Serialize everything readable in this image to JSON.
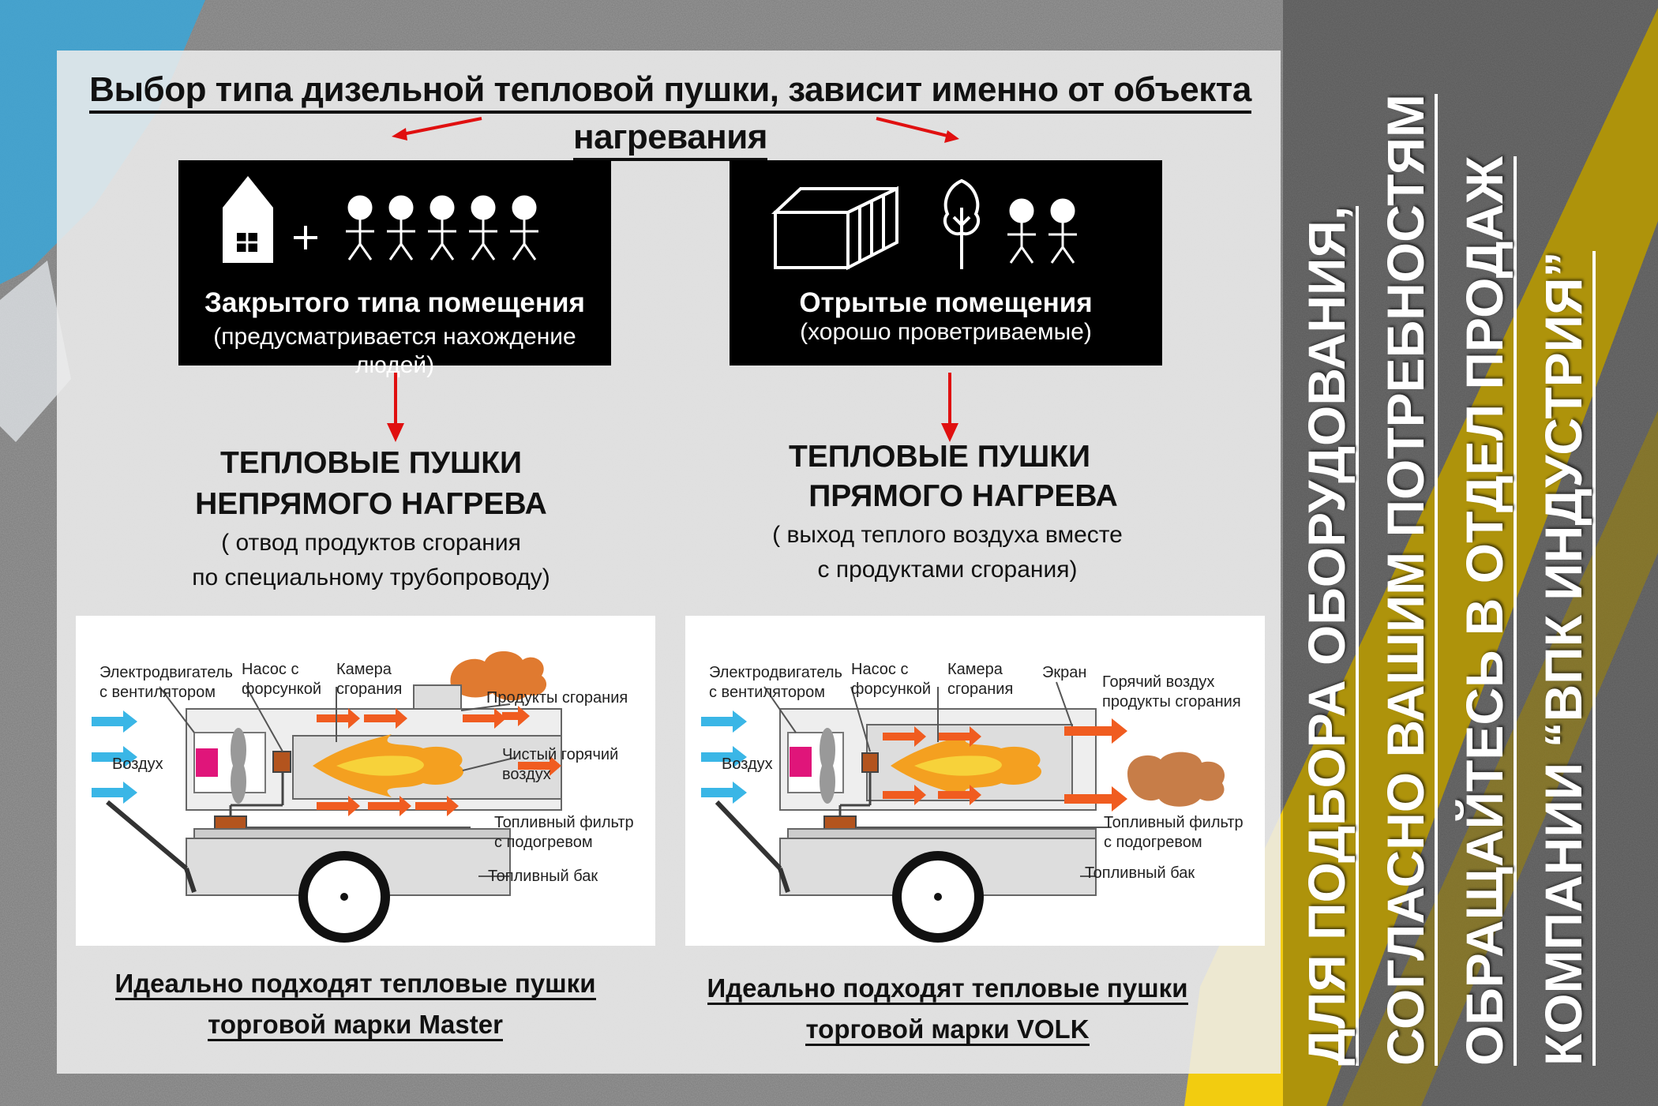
{
  "title": "Выбор типа дизельной тепловой пушки, зависит именно  от объекта нагревания",
  "left": {
    "box_title": "Закрытого типа помещения",
    "box_subtitle": "(предусматривается нахождение людей)",
    "heading_line1": "ТЕПЛОВЫЕ ПУШКИ",
    "heading_line2": "НЕПРЯМОГО НАГРЕВА",
    "note_line1": "( отвод продуктов сгорания",
    "note_line2": "по специальному трубопроводу)",
    "diagram": {
      "motor": [
        "Электродвигатель",
        "с вентилятором"
      ],
      "pump": [
        "Насос с",
        "форсункой"
      ],
      "chamber": [
        "Камера",
        "сгорания"
      ],
      "products": "Продукты сгорания",
      "air_in": "Воздух",
      "hot_air": [
        "Чистый горячий",
        "воздух"
      ],
      "filter": [
        "Топливный фильтр",
        "с подогревом"
      ],
      "tank": "Топливный бак"
    },
    "footer_line1": "Идеально подходят тепловые пушки",
    "footer_line2": "торговой марки Master"
  },
  "right": {
    "box_title": "Отрытые помещения",
    "box_subtitle": "(хорошо проветриваемые)",
    "heading_line1": "ТЕПЛОВЫЕ ПУШКИ",
    "heading_line2": "ПРЯМОГО НАГРЕВА",
    "note_line1": "( выход теплого воздуха вместе",
    "note_line2": "с продуктами сгорания)",
    "diagram": {
      "motor": [
        "Электродвигатель",
        "с вентилятором"
      ],
      "pump": [
        "Насос с",
        "форсункой"
      ],
      "chamber": [
        "Камера",
        "сгорания"
      ],
      "screen": "Экран",
      "hot_air": [
        "Горячий воздух",
        "продукты сгорания"
      ],
      "air_in": "Воздух",
      "filter": [
        "Топливный фильтр",
        "с подогревом"
      ],
      "tank": "Топливный бак"
    },
    "footer_line1": "Идеально подходят тепловые пушки",
    "footer_line2": "торговой марки VOLK"
  },
  "side_text": [
    "ДЛЯ ПОДБОРА ОБОРУДОВАНИЯ,",
    "СОГЛАСНО ВАШИМ ПОТРЕБНОСТЯМ",
    "ОБРАЩАЙТЕСЬ В ОТДЕЛ ПРОДАЖ",
    "КОМПАНИИ “ВПК ИНДУСТРИЯ”"
  ],
  "colors": {
    "arrow_red": "#e01010",
    "air_blue": "#3ab6e6",
    "flame_orange": "#f07010",
    "accent_yellow": "#f2cc10",
    "box_black": "#000000"
  }
}
